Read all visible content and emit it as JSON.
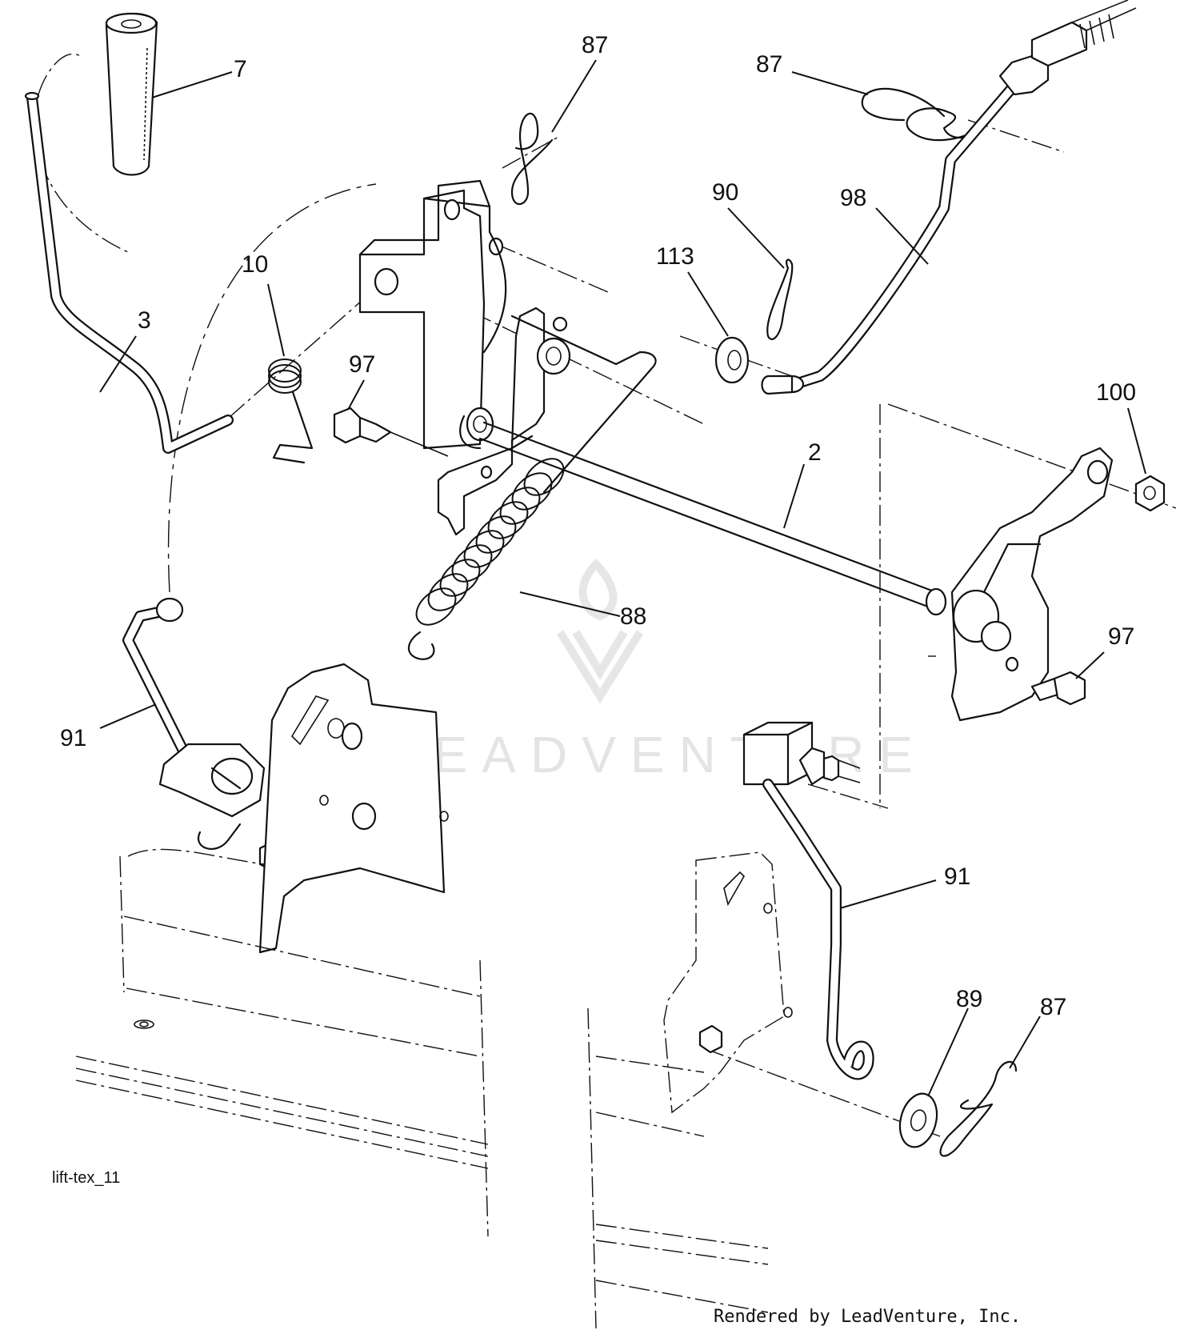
{
  "diagram": {
    "callouts": [
      {
        "id": "c-7",
        "label": "7"
      },
      {
        "id": "c-87a",
        "label": "87"
      },
      {
        "id": "c-87b",
        "label": "87"
      },
      {
        "id": "c-10",
        "label": "10"
      },
      {
        "id": "c-3",
        "label": "3"
      },
      {
        "id": "c-97a",
        "label": "97"
      },
      {
        "id": "c-90",
        "label": "90"
      },
      {
        "id": "c-98",
        "label": "98"
      },
      {
        "id": "c-113",
        "label": "113"
      },
      {
        "id": "c-100",
        "label": "100"
      },
      {
        "id": "c-2",
        "label": "2"
      },
      {
        "id": "c-88",
        "label": "88"
      },
      {
        "id": "c-97b",
        "label": "97"
      },
      {
        "id": "c-91a",
        "label": "91"
      },
      {
        "id": "c-91b",
        "label": "91"
      },
      {
        "id": "c-89",
        "label": "89"
      },
      {
        "id": "c-87c",
        "label": "87"
      }
    ],
    "figure_code": "lift-tex_11",
    "credit": "Rendered by LeadVenture, Inc.",
    "watermark": "LEADVENTURE"
  }
}
